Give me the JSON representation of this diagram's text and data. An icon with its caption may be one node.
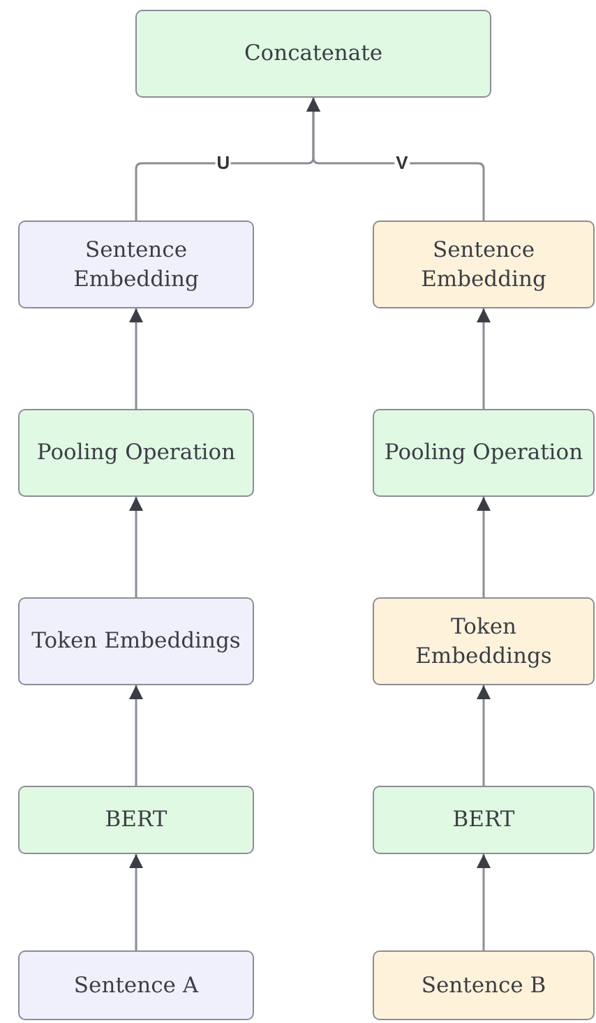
{
  "diagram": {
    "nodes": [
      {
        "text": [
          "Concatenate"
        ]
      },
      {
        "text": [
          "Sentence Embedding"
        ]
      },
      {
        "text": [
          "Sentence Embedding"
        ]
      },
      {
        "text": [
          "Pooling Operation"
        ]
      },
      {
        "text": [
          "Pooling Operation"
        ]
      },
      {
        "text": [
          "Token Embeddings"
        ]
      },
      {
        "text": [
          "Token Embeddings"
        ]
      },
      {
        "text": [
          "BERT"
        ]
      },
      {
        "text": [
          "BERT"
        ]
      },
      {
        "text": [
          "Sentence A"
        ]
      },
      {
        "text": [
          "Sentence B"
        ]
      }
    ],
    "edges": [
      {
        "from": 9,
        "to": 7,
        "arrow": "to"
      },
      {
        "from": 7,
        "to": 5,
        "arrow": "to"
      },
      {
        "from": 5,
        "to": 3,
        "arrow": "to"
      },
      {
        "from": 3,
        "to": 1,
        "arrow": "to"
      },
      {
        "from": 1,
        "to": 0,
        "arrow": "to",
        "label": "U"
      },
      {
        "from": 10,
        "to": 8,
        "arrow": "to"
      },
      {
        "from": 8,
        "to": 6,
        "arrow": "to"
      },
      {
        "from": 6,
        "to": 4,
        "arrow": "to"
      },
      {
        "from": 4,
        "to": 2,
        "arrow": "to"
      },
      {
        "from": 2,
        "to": 0,
        "arrow": "to",
        "label": "V"
      }
    ]
  }
}
